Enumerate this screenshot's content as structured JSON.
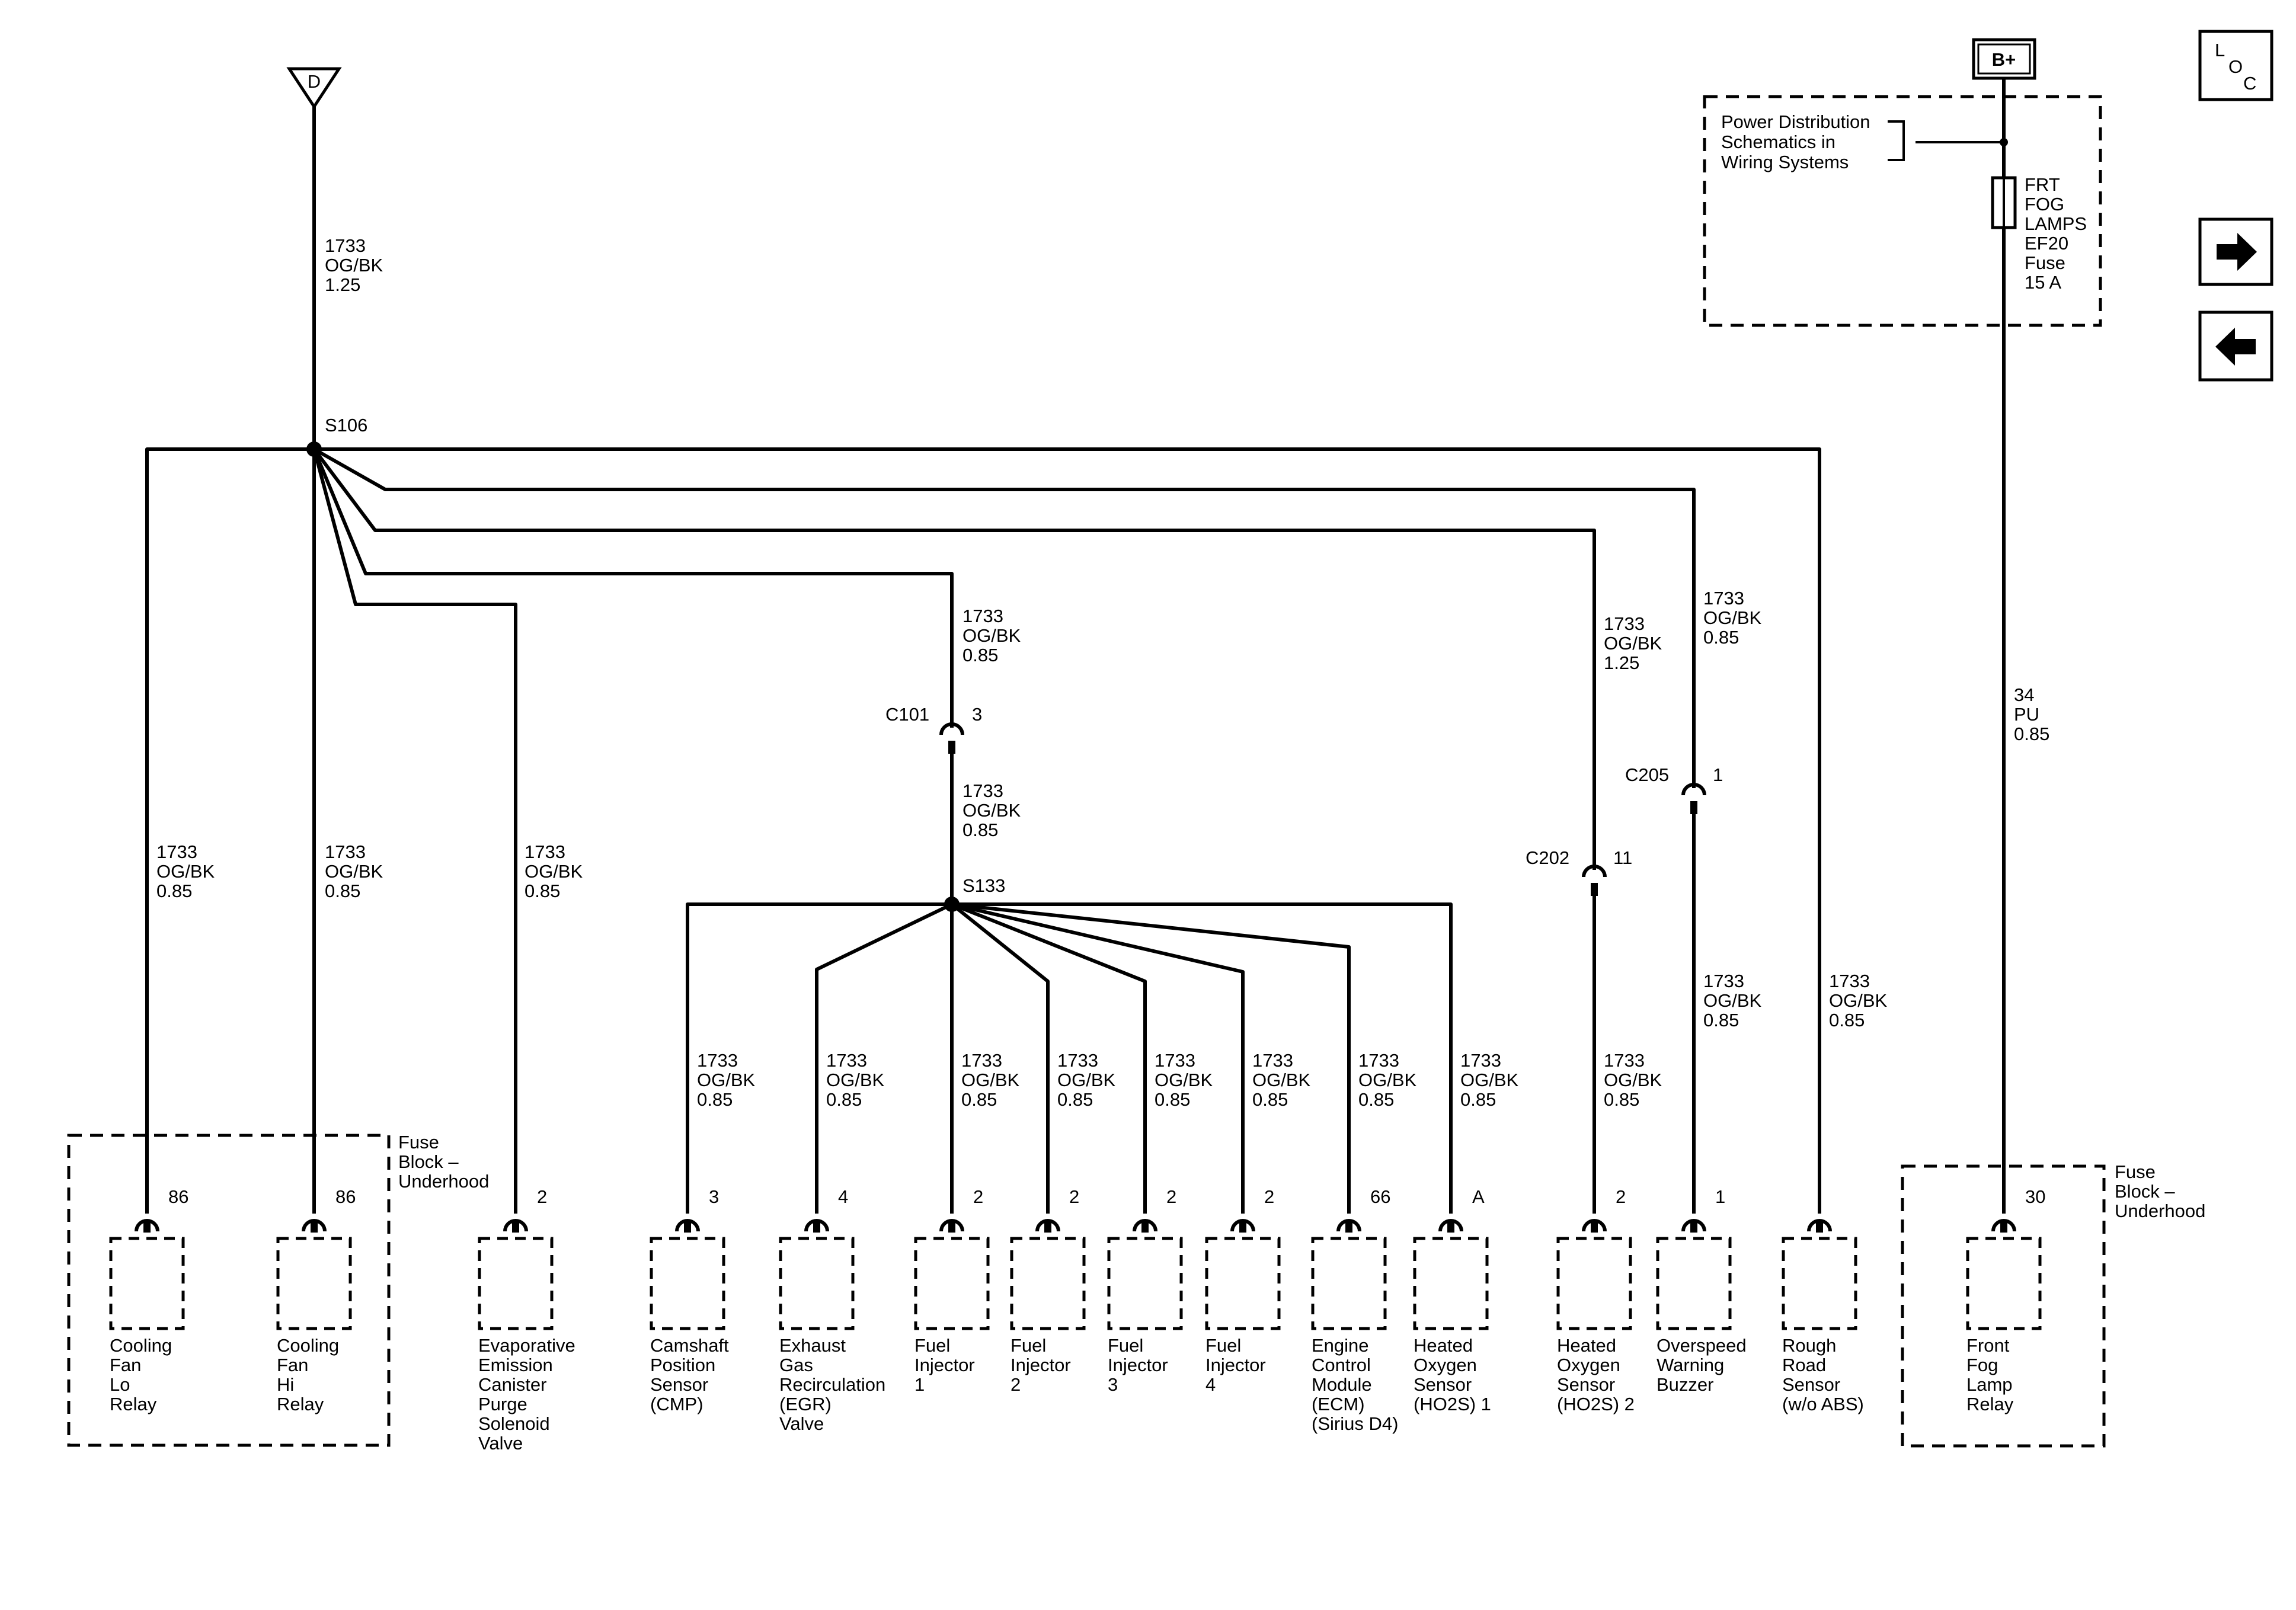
{
  "ground": {
    "label": "D"
  },
  "power": {
    "label": "B+"
  },
  "nav": {
    "loc_l": "L",
    "loc_o": "O",
    "loc_c": "C",
    "next_icon": "arrow-right-icon",
    "prev_icon": "arrow-left-icon"
  },
  "splices": {
    "s106": "S106",
    "s133": "S133"
  },
  "connectors": {
    "c101": {
      "name": "C101",
      "pin": "3"
    },
    "c202": {
      "name": "C202",
      "pin": "11"
    },
    "c205": {
      "name": "C205",
      "pin": "1"
    }
  },
  "power_distribution": [
    "Power Distribution",
    "Schematics in",
    "Wiring Systems"
  ],
  "fuse": [
    "FRT",
    "FOG",
    "LAMPS",
    "EF20",
    "Fuse",
    "15 A"
  ],
  "fuse_block_left": [
    "Fuse",
    "Block –",
    "Underhood"
  ],
  "fuse_block_right": [
    "Fuse",
    "Block –",
    "Underhood"
  ],
  "wires": {
    "main_d": [
      "1733",
      "OG/BK",
      "1.25"
    ],
    "cool_lo": [
      "1733",
      "OG/BK",
      "0.85"
    ],
    "cool_hi": [
      "1733",
      "OG/BK",
      "0.85"
    ],
    "evap": [
      "1733",
      "OG/BK",
      "0.85"
    ],
    "to_c101": [
      "1733",
      "OG/BK",
      "0.85"
    ],
    "c101_s133": [
      "1733",
      "OG/BK",
      "0.85"
    ],
    "to_c202": [
      "1733",
      "OG/BK",
      "1.25"
    ],
    "to_c205": [
      "1733",
      "OG/BK",
      "0.85"
    ],
    "fog": [
      "34",
      "PU",
      "0.85"
    ],
    "cmp": [
      "1733",
      "OG/BK",
      "0.85"
    ],
    "egr": [
      "1733",
      "OG/BK",
      "0.85"
    ],
    "inj1": [
      "1733",
      "OG/BK",
      "0.85"
    ],
    "inj2": [
      "1733",
      "OG/BK",
      "0.85"
    ],
    "inj3": [
      "1733",
      "OG/BK",
      "0.85"
    ],
    "inj4": [
      "1733",
      "OG/BK",
      "0.85"
    ],
    "ecm": [
      "1733",
      "OG/BK",
      "0.85"
    ],
    "ho2s1": [
      "1733",
      "OG/BK",
      "0.85"
    ],
    "ho2s2": [
      "1733",
      "OG/BK",
      "0.85"
    ],
    "buzzer": [
      "1733",
      "OG/BK",
      "0.85"
    ],
    "rough": [
      "1733",
      "OG/BK",
      "0.85"
    ]
  },
  "components": [
    {
      "id": "cooling-fan-lo-relay",
      "pin": "86",
      "label": [
        "Cooling",
        "Fan",
        "Lo",
        "Relay"
      ]
    },
    {
      "id": "cooling-fan-hi-relay",
      "pin": "86",
      "label": [
        "Cooling",
        "Fan",
        "Hi",
        "Relay"
      ]
    },
    {
      "id": "evap-purge-valve",
      "pin": "2",
      "label": [
        "Evaporative",
        "Emission",
        "Canister",
        "Purge",
        "Solenoid",
        "Valve"
      ]
    },
    {
      "id": "camshaft-position-sensor",
      "pin": "3",
      "label": [
        "Camshaft",
        "Position",
        "Sensor",
        "(CMP)"
      ]
    },
    {
      "id": "egr-valve",
      "pin": "4",
      "label": [
        "Exhaust",
        "Gas",
        "Recirculation",
        "(EGR)",
        "Valve"
      ]
    },
    {
      "id": "fuel-injector-1",
      "pin": "2",
      "label": [
        "Fuel",
        "Injector",
        "1"
      ]
    },
    {
      "id": "fuel-injector-2",
      "pin": "2",
      "label": [
        "Fuel",
        "Injector",
        "2"
      ]
    },
    {
      "id": "fuel-injector-3",
      "pin": "2",
      "label": [
        "Fuel",
        "Injector",
        "3"
      ]
    },
    {
      "id": "fuel-injector-4",
      "pin": "2",
      "label": [
        "Fuel",
        "Injector",
        "4"
      ]
    },
    {
      "id": "engine-control-module",
      "pin": "66",
      "label": [
        "Engine",
        "Control",
        "Module",
        "(ECM)",
        "(Sirius D4)"
      ]
    },
    {
      "id": "heated-oxygen-sensor-1",
      "pin": "A",
      "label": [
        "Heated",
        "Oxygen",
        "Sensor",
        "(HO2S) 1"
      ]
    },
    {
      "id": "heated-oxygen-sensor-2",
      "pin": "2",
      "label": [
        "Heated",
        "Oxygen",
        "Sensor",
        "(HO2S) 2"
      ]
    },
    {
      "id": "overspeed-warning-buzzer",
      "pin": "1",
      "label": [
        "Overspeed",
        "Warning",
        "Buzzer"
      ]
    },
    {
      "id": "rough-road-sensor",
      "pin": "",
      "label": [
        "Rough",
        "Road",
        "Sensor",
        "(w/o ABS)"
      ]
    },
    {
      "id": "front-fog-lamp-relay",
      "pin": "30",
      "label": [
        "Front",
        "Fog",
        "Lamp",
        "Relay"
      ]
    }
  ]
}
